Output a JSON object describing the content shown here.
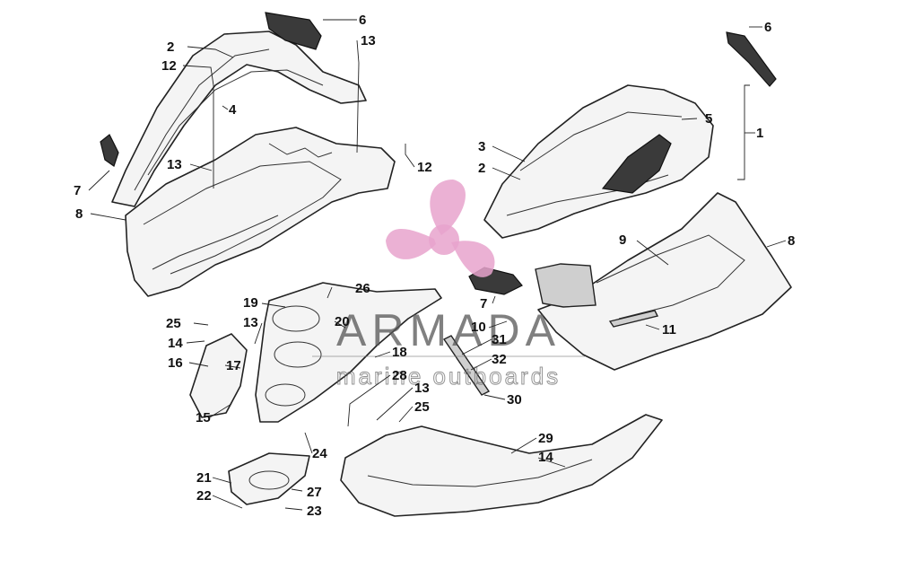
{
  "watermark": {
    "brand": "ARMADA",
    "tagline": "marine outboards",
    "logo_color": "#e7a3cd",
    "text_color": "#555555"
  },
  "callouts": {
    "c1": "1",
    "c2a": "2",
    "c2b": "2",
    "c3": "3",
    "c4": "4",
    "c5": "5",
    "c6a": "6",
    "c6b": "6",
    "c7a": "7",
    "c7b": "7",
    "c8a": "8",
    "c8b": "8",
    "c9": "9",
    "c10": "10",
    "c11": "11",
    "c12a": "12",
    "c12b": "12",
    "c13a": "13",
    "c13b": "13",
    "c13c": "13",
    "c13d": "13",
    "c14a": "14",
    "c14b": "14",
    "c15": "15",
    "c16": "16",
    "c17": "17",
    "c18": "18",
    "c19": "19",
    "c20": "20",
    "c21": "21",
    "c22": "22",
    "c23": "23",
    "c24": "24",
    "c25a": "25",
    "c25b": "25",
    "c26": "26",
    "c27": "27",
    "c28": "28",
    "c29": "29",
    "c30": "30",
    "c31": "31",
    "c32": "32"
  }
}
